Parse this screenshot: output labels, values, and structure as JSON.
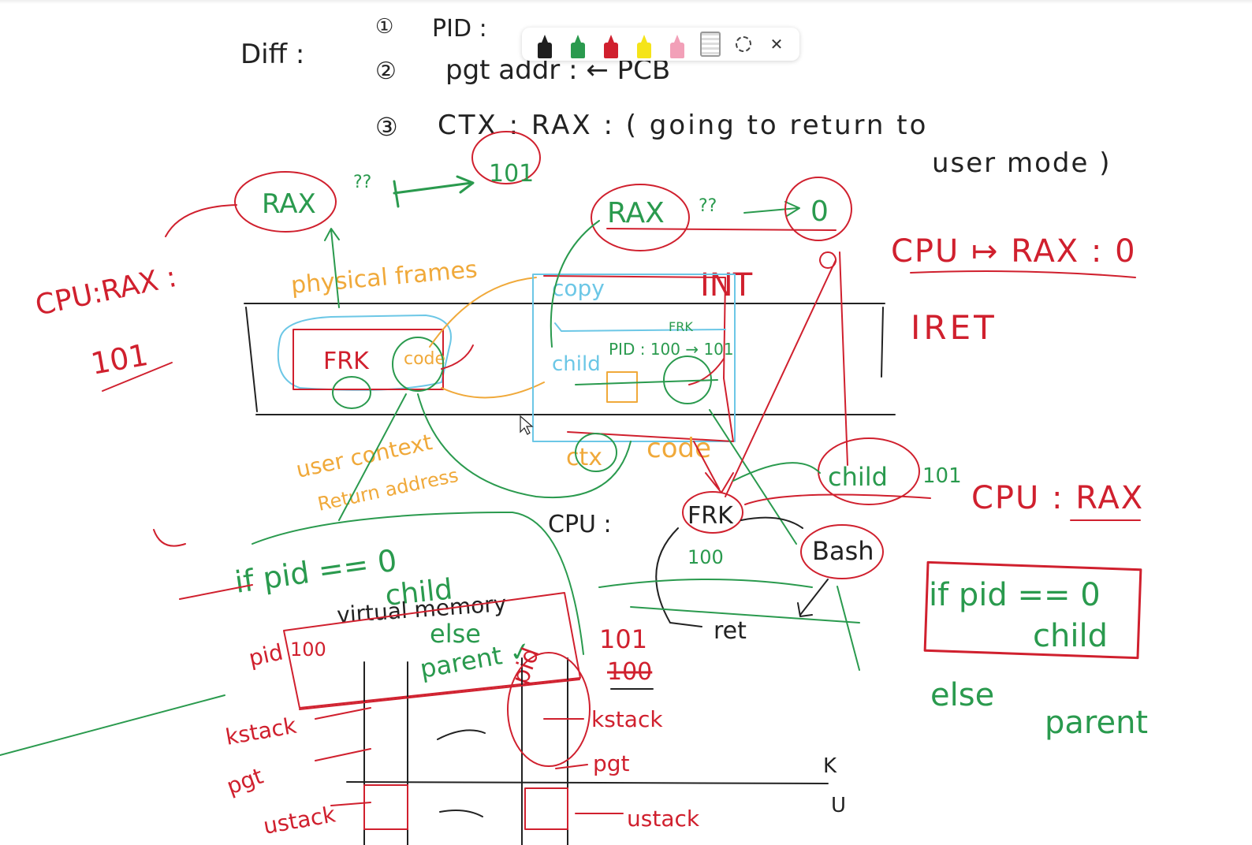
{
  "whiteboard": {
    "header": {
      "diff_label": "Diff :",
      "num1": "①",
      "item1": "PID :",
      "num2": "②",
      "item2": "pgt addr : ← PCB",
      "num3": "③",
      "item3": "CTX : RAX : ( going to return to",
      "item3b": "user mode )"
    },
    "left_rax": {
      "label": "RAX",
      "qq": "??",
      "value": "101"
    },
    "right_rax": {
      "label": "RAX",
      "qq": "??",
      "value": "0"
    },
    "cpu_rax_left": {
      "label": "CPU:RAX :",
      "value": "101"
    },
    "cpu_rax_right": "CPU ↦ RAX : 0",
    "iret": "IRET",
    "int": "INT",
    "physical_frames": "physical frames",
    "copy": "copy",
    "child_box": "child",
    "child_pid": "PID : 100 → 101",
    "frk_small": "FRK",
    "frk_left": "FRK",
    "code_left": "code",
    "code_right": "code",
    "ctx": "ctx",
    "user_context": "user context",
    "return_address": "Return address",
    "cpu": "CPU :",
    "graph": {
      "frk": "FRK",
      "frk_pid": "100",
      "child": "child",
      "child_pid": "101",
      "bash": "Bash",
      "ret": "ret"
    },
    "cpu_rax_bottom": "CPU : RAX",
    "code_if": "if pid == 0",
    "code_child": "child",
    "code_else": "else",
    "code_parent": "parent ✓",
    "virtual_memory": "virtual memory",
    "pid_left": "pid",
    "pid_left_val": "100",
    "pid_right": "pid",
    "pid_right_val_new": "101",
    "pid_right_val_old": "100",
    "kstack_left": "kstack",
    "kstack_right": "kstack",
    "pgt_left": "pgt",
    "pgt_right": "pgt",
    "ustack_left": "ustack",
    "ustack_right": "ustack",
    "k_label": "K",
    "u_label": "U",
    "right_box_if": "if pid == 0",
    "right_box_child": "child",
    "right_else": "else",
    "right_parent": "parent"
  },
  "toolbar": {
    "pens": [
      {
        "name": "black-pen",
        "color": "#1f1f1f"
      },
      {
        "name": "green-pen",
        "color": "#2a9a4e"
      },
      {
        "name": "red-pen",
        "color": "#d0202e"
      },
      {
        "name": "yellow-highlighter",
        "color": "#f5e419"
      },
      {
        "name": "pink-eraser",
        "color": "#f2a0b8"
      }
    ],
    "ruler_icon": "ruler-icon",
    "lasso_icon": "lasso-icon",
    "close_symbol": "✕"
  }
}
